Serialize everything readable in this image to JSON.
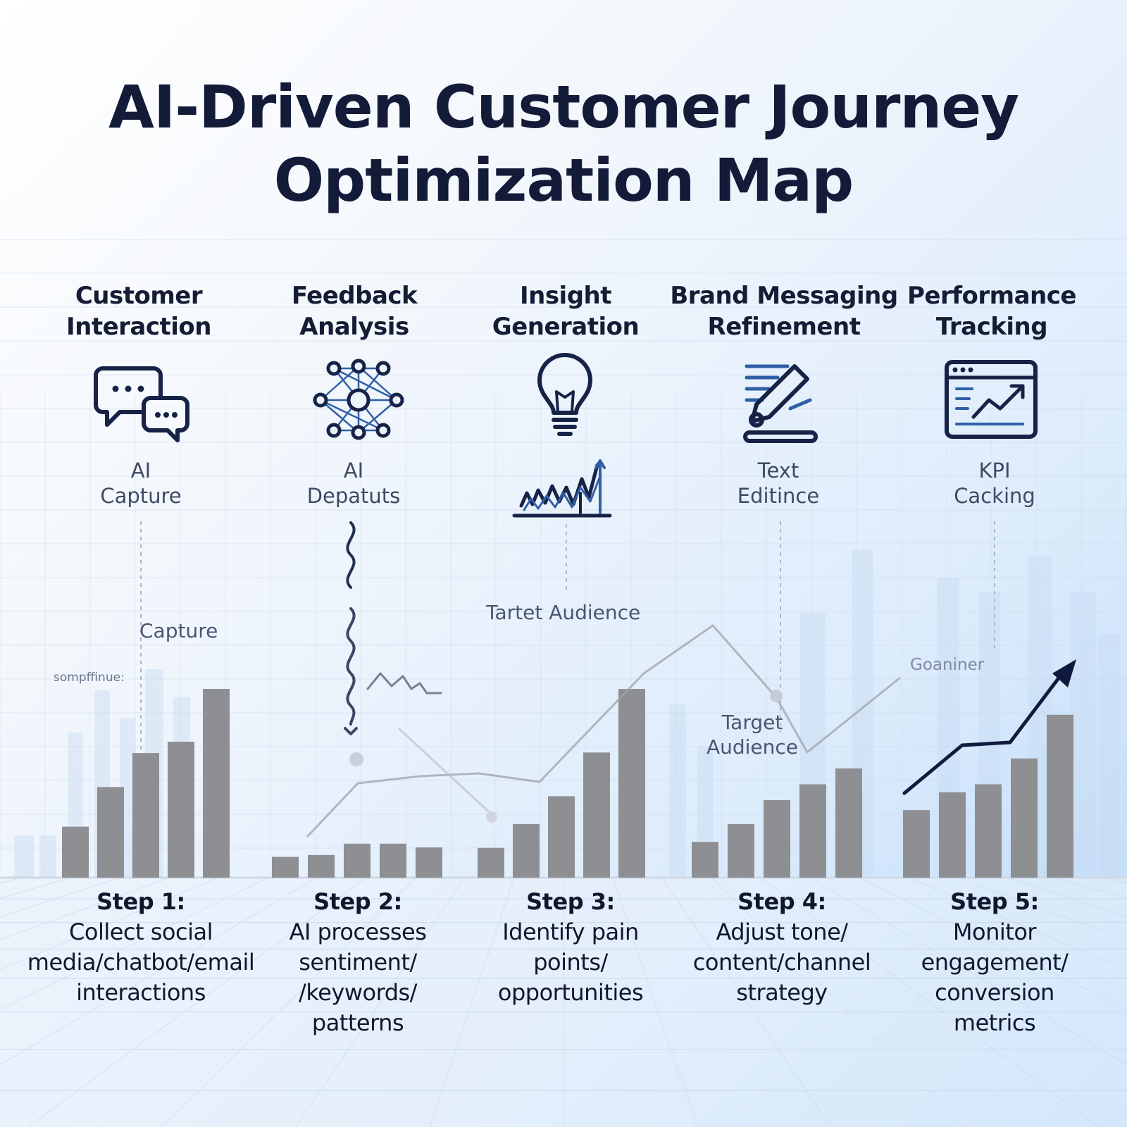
{
  "title": "AI-Driven Customer Journey Optimization Map",
  "stages": [
    {
      "title_lines": [
        "Customer",
        "Interaction"
      ],
      "icon": "chat-bubbles-icon",
      "sub_lines": [
        "AI",
        "Capture"
      ]
    },
    {
      "title_lines": [
        "Feedback",
        "Analysis"
      ],
      "icon": "neural-network-icon",
      "sub_lines": [
        "AI",
        "Depatuts"
      ]
    },
    {
      "title_lines": [
        "Insight",
        "Generation"
      ],
      "icon": "lightbulb-icon",
      "sub_lines": []
    },
    {
      "title_lines": [
        "Brand Messaging",
        "Refinement"
      ],
      "icon": "text-edit-icon",
      "sub_lines": [
        "Text",
        "Editince"
      ]
    },
    {
      "title_lines": [
        "Performance",
        "Tracking"
      ],
      "icon": "dashboard-chart-icon",
      "sub_lines": [
        "KPI",
        "Cacking"
      ]
    }
  ],
  "floating_labels": {
    "capture": "Capture",
    "small_note": "sompffinue:",
    "tartet_audience": "Tartet Audience",
    "target_audience_lines": [
      "Target",
      "Audience"
    ],
    "goaniner": "Goaniner"
  },
  "steps": [
    {
      "title": "Step 1:",
      "desc_lines": [
        "Collect social",
        "media/chatbot/email",
        "interactions"
      ]
    },
    {
      "title": "Step 2:",
      "desc_lines": [
        "AI processes",
        "sentiment/",
        "/keywords/",
        "patterns"
      ]
    },
    {
      "title": "Step 3:",
      "desc_lines": [
        "Identify pain",
        "points/",
        "opportunities"
      ]
    },
    {
      "title": "Step 4:",
      "desc_lines": [
        "Adjust tone/",
        "content/channel",
        "strategy"
      ]
    },
    {
      "title": "Step 5:",
      "desc_lines": [
        "Monitor",
        "engagement/",
        "conversion",
        "metrics"
      ]
    }
  ],
  "bar_groups": [
    [
      0.27,
      0.48,
      0.66,
      0.72,
      1.0
    ],
    [
      0.11,
      0.12,
      0.18,
      0.18,
      0.16
    ],
    [
      0.15,
      0.27,
      0.41,
      0.63,
      0.95
    ],
    [
      0.18,
      0.27,
      0.39,
      0.47,
      0.55
    ],
    [
      0.34,
      0.43,
      0.47,
      0.6,
      0.82
    ]
  ],
  "colors": {
    "title": "#131b38",
    "icon_stroke": "#172247",
    "icon_accent": "#2f5fa6",
    "bars": "#8e8f93",
    "bg_bars": "#c8dcf2",
    "grid": "#c5d3e4",
    "trend_gray": "#9fa2a8",
    "trend_dark": "#0f1a3d"
  }
}
